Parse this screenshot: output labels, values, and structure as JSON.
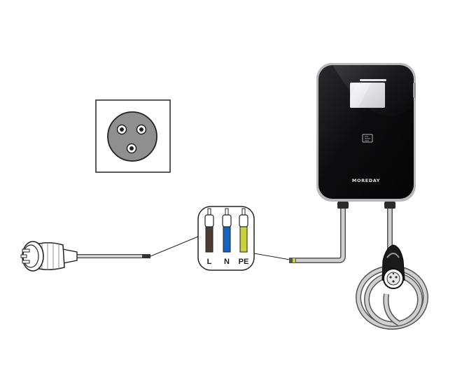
{
  "charger": {
    "brand": "MOREDAY",
    "body_color": "#0d0d0f",
    "screen_color": "#e9e9ec"
  },
  "wiring": {
    "wires": [
      {
        "label": "L",
        "color": "#4a3b36"
      },
      {
        "label": "N",
        "color": "#1565c0"
      },
      {
        "label": "PE",
        "color": "#c6d43a"
      }
    ]
  },
  "icons": {
    "socket": "three-pin-socket-icon",
    "plug": "industrial-plug-icon",
    "rfid": "rfid-card-icon",
    "connector": "ev-charging-connector-icon"
  }
}
